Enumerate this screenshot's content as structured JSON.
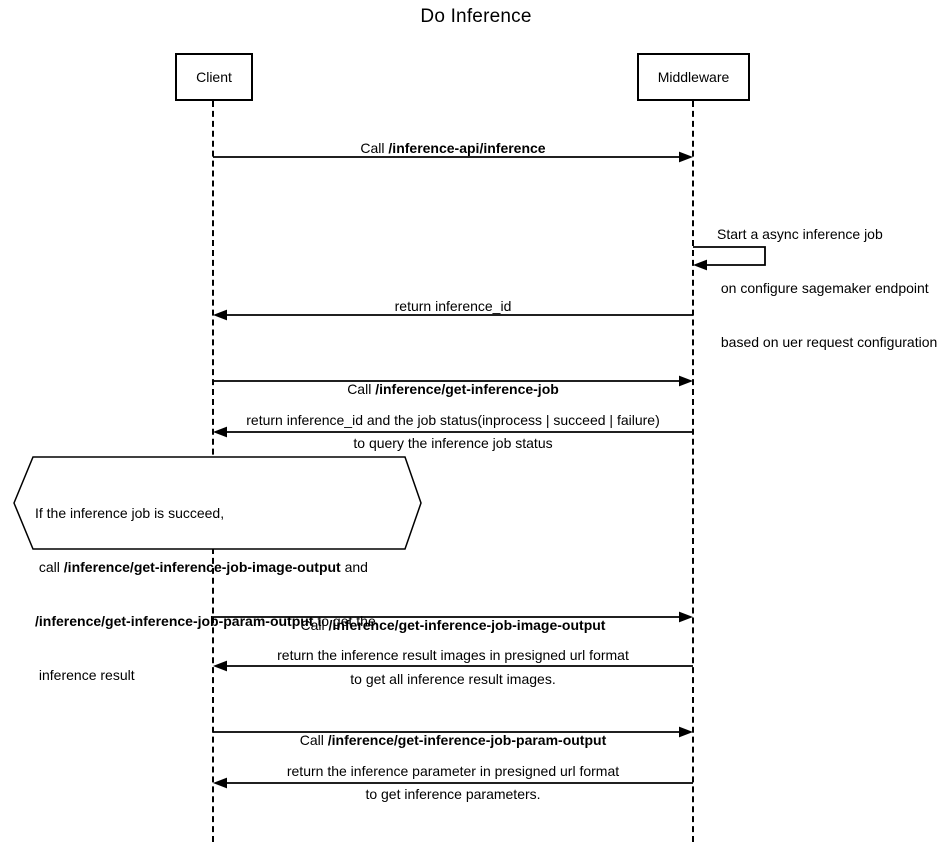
{
  "title": "Do Inference",
  "actors": [
    {
      "name": "Client"
    },
    {
      "name": "Middleware"
    }
  ],
  "messages": {
    "call_inference": {
      "prefix": "Call ",
      "bold": "/inference-api/inference"
    },
    "start_job_lines": [
      "Start a async inference job",
      " on configure sagemaker endpoint",
      " based on uer request configuration"
    ],
    "return_inference_id": "return inference_id",
    "call_get_job": {
      "prefix": "Call ",
      "bold": "/inference/get-inference-job",
      "line2": "to query the inference job status"
    },
    "return_job_status": "return inference_id and the job status(inprocess | succeed | failure)",
    "call_image_output": {
      "prefix": "Call ",
      "bold": "/inference/get-inference-job-image-output",
      "line2": "to get all inference result images."
    },
    "return_images": "return the inference result images in presigned url format",
    "call_param_output": {
      "prefix": "Call ",
      "bold": "/inference/get-inference-job-param-output",
      "line2": "to get inference parameters."
    },
    "return_params": "return the inference parameter in presigned url format"
  },
  "note": {
    "line1": "If the inference job is succeed,",
    "line2_prefix": " call ",
    "line2_bold": "/inference/get-inference-job-image-output",
    "line2_suffix": " and",
    "line3_bold": "/inference/get-inference-job-param-output",
    "line3_suffix": " to get the",
    "line4": " inference result"
  },
  "colors": {
    "line": "#000000",
    "background": "#ffffff"
  }
}
